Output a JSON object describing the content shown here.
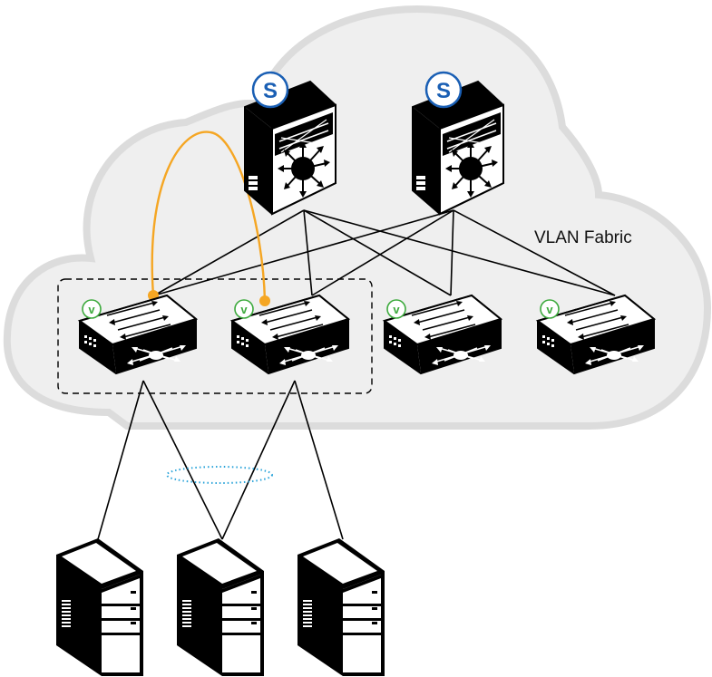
{
  "fabric_label": "VLAN Fabric",
  "spine_badge": "S",
  "leaf_badge": "v",
  "colors": {
    "cloud_fill": "#efefef",
    "cloud_stroke": "#dcdcdc",
    "spine_badge": "#1a5fb4",
    "leaf_badge": "#3daa3d",
    "peer_link": "#f5a623",
    "lag_ring": "#29a3d9",
    "device": "#000000"
  },
  "spines": [
    {
      "id": "spine-1",
      "badge": "S"
    },
    {
      "id": "spine-2",
      "badge": "S"
    }
  ],
  "leaves": [
    {
      "id": "leaf-1",
      "badge": "v",
      "vlt_pair": true
    },
    {
      "id": "leaf-2",
      "badge": "v",
      "vlt_pair": true
    },
    {
      "id": "leaf-3",
      "badge": "v",
      "vlt_pair": false
    },
    {
      "id": "leaf-4",
      "badge": "v",
      "vlt_pair": false
    }
  ],
  "servers": [
    {
      "id": "server-1"
    },
    {
      "id": "server-2"
    },
    {
      "id": "server-3"
    }
  ],
  "connections": [
    [
      "spine-1",
      "leaf-1"
    ],
    [
      "spine-1",
      "leaf-2"
    ],
    [
      "spine-1",
      "leaf-3"
    ],
    [
      "spine-1",
      "leaf-4"
    ],
    [
      "spine-2",
      "leaf-1"
    ],
    [
      "spine-2",
      "leaf-2"
    ],
    [
      "spine-2",
      "leaf-3"
    ],
    [
      "spine-2",
      "leaf-4"
    ],
    [
      "leaf-1",
      "server-1"
    ],
    [
      "leaf-1",
      "server-2"
    ],
    [
      "leaf-2",
      "server-2"
    ],
    [
      "leaf-2",
      "server-3"
    ]
  ],
  "peer_link": [
    "leaf-1",
    "leaf-2"
  ]
}
